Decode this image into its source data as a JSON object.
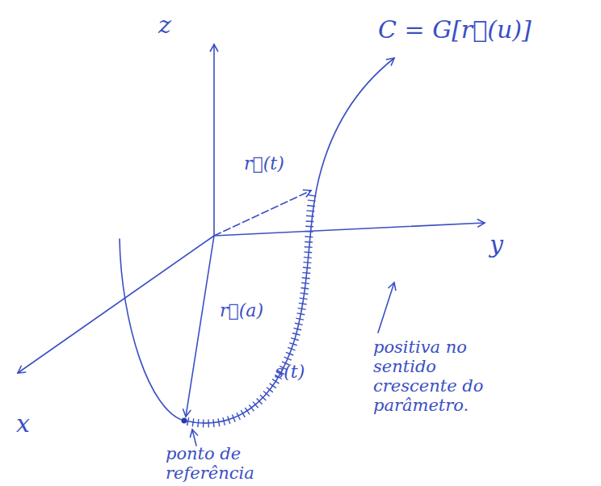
{
  "diagram": {
    "labels": [
      "z",
      "y",
      "x",
      "C = G[r⃗(u)]",
      "r⃗(t)",
      "r⃗(a)",
      "s(t)",
      "ponto de referência",
      "positiva no sentido crescente do parâmetro."
    ]
  }
}
